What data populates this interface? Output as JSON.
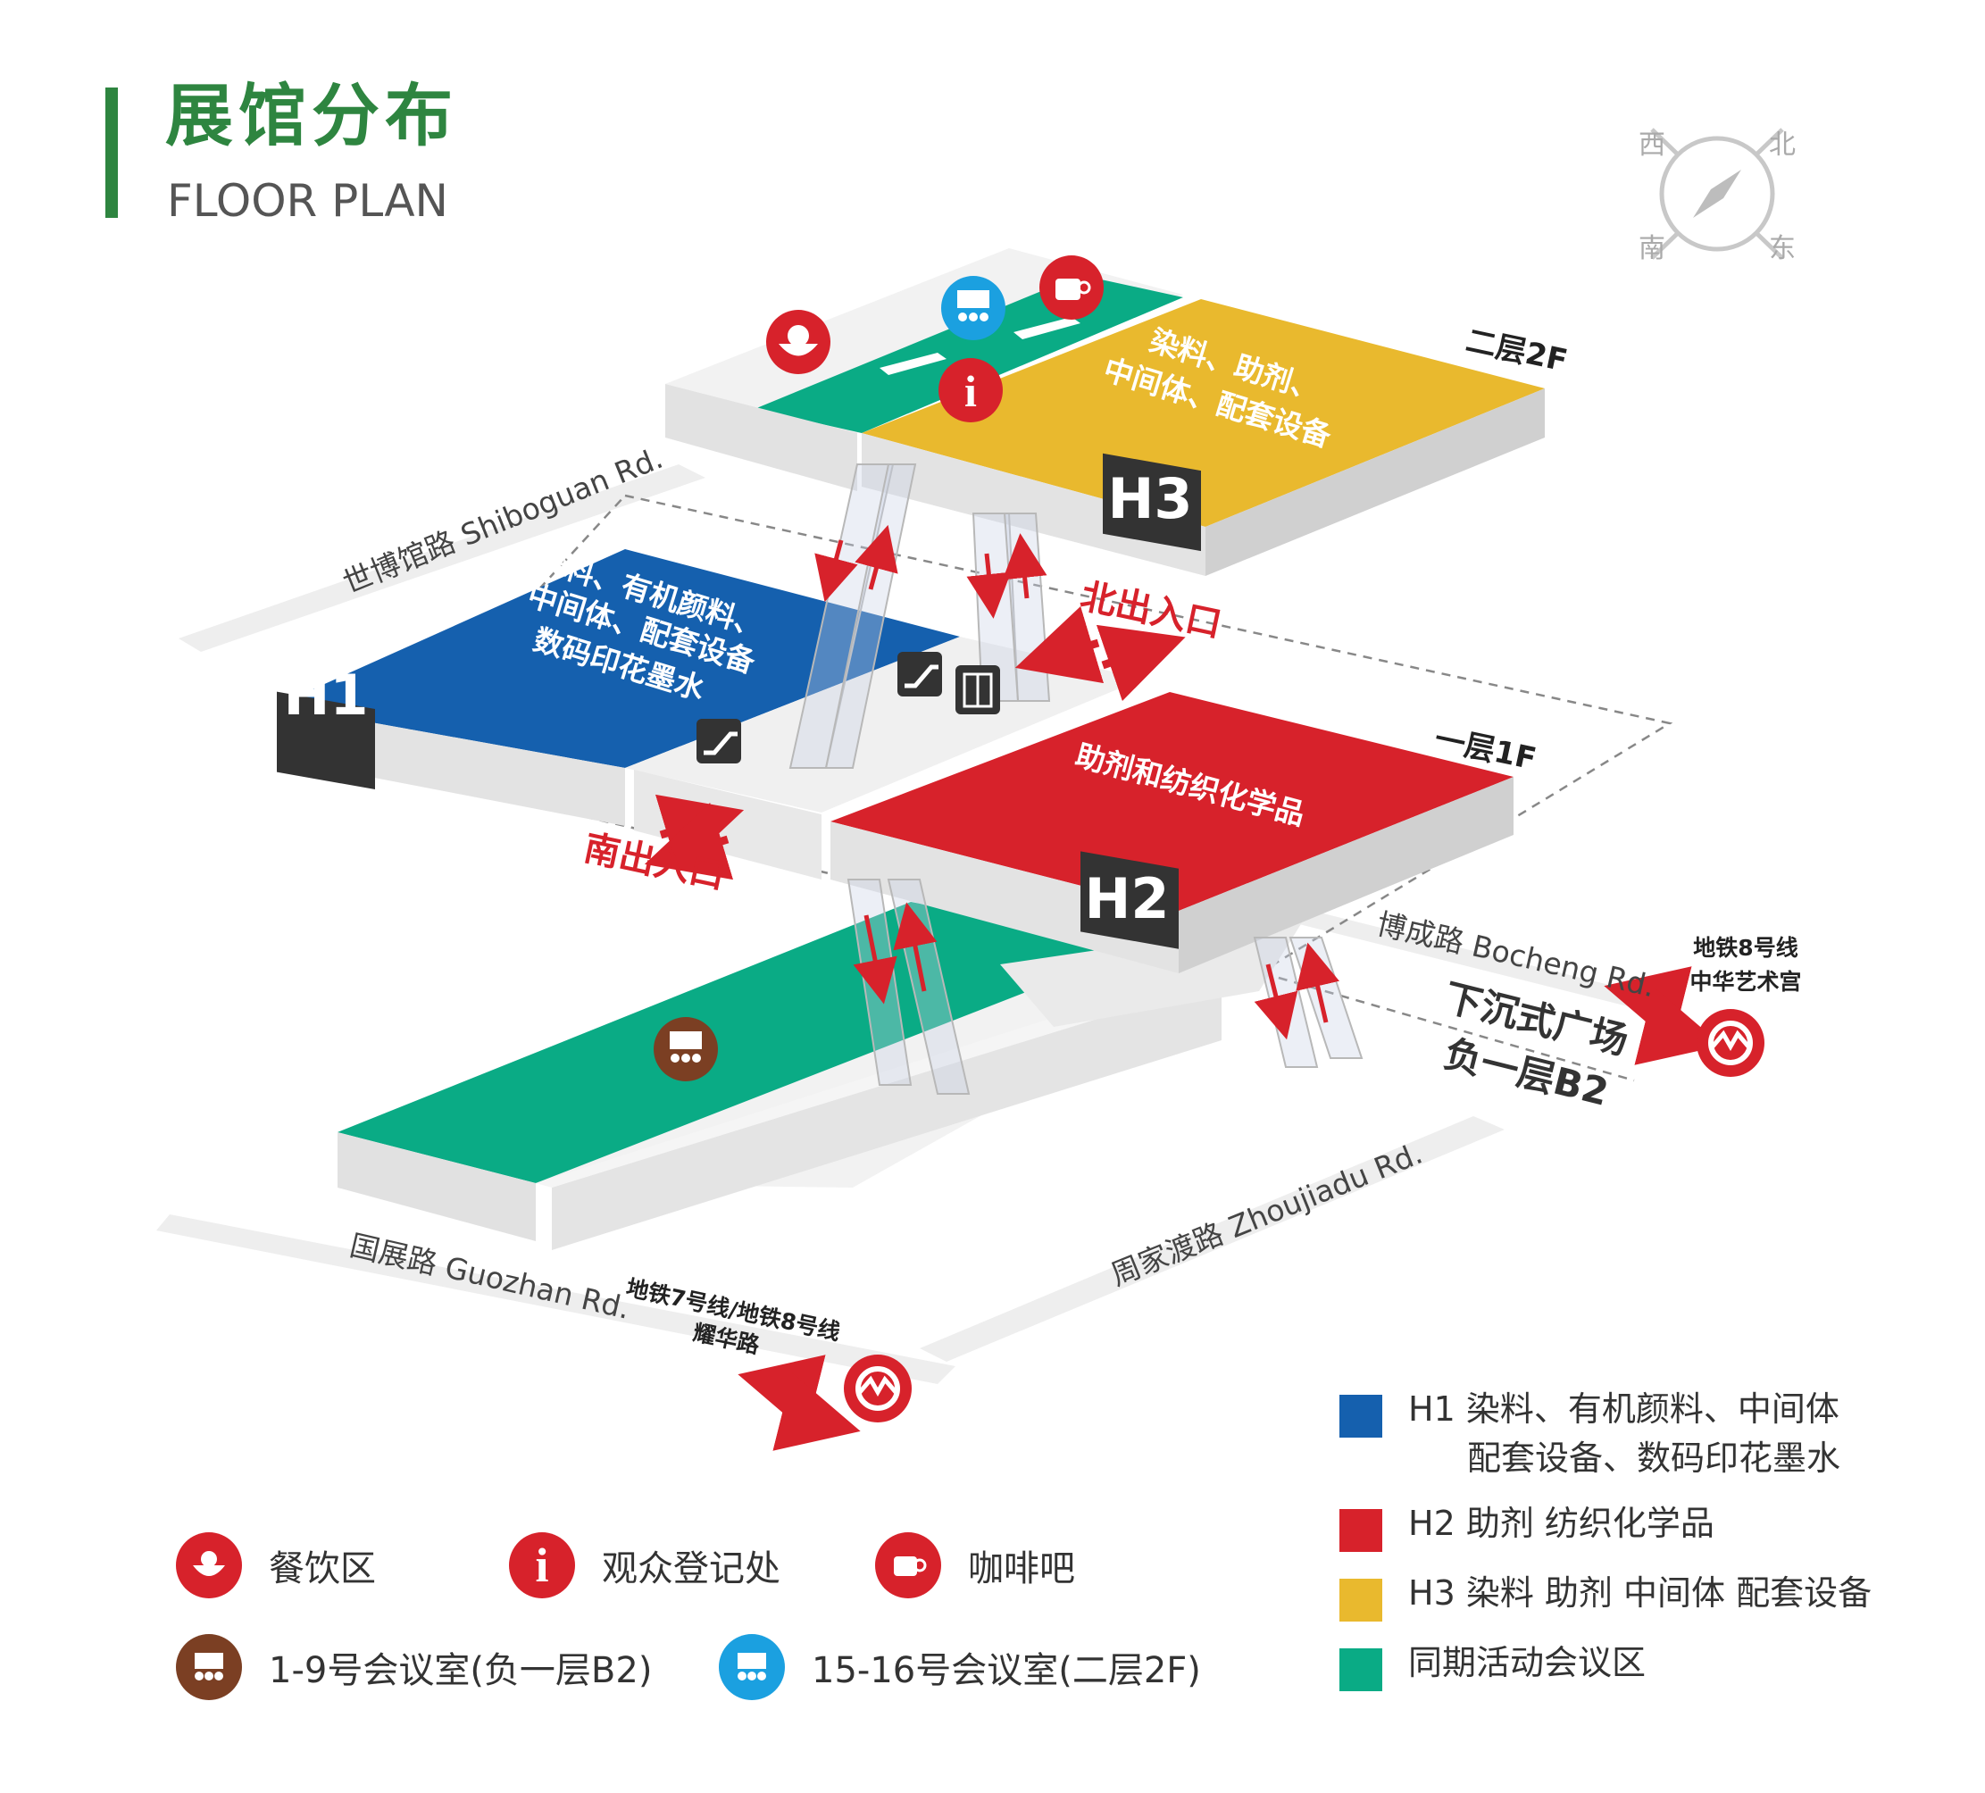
{
  "header": {
    "title_cn": "展馆分布",
    "title_en": "FLOOR PLAN"
  },
  "compass": {
    "west": "西",
    "north": "北",
    "south": "南",
    "east": "东"
  },
  "floors": {
    "f2": "二层2F",
    "f1": "一层1F",
    "b2_cn": "下沉式广场",
    "b2_floor": "负一层B2"
  },
  "halls": {
    "h1": {
      "label": "H1",
      "lines": [
        "染料、有机颜料、",
        "中间体、配套设备",
        "数码印花墨水"
      ]
    },
    "h2": {
      "label": "H2",
      "lines": [
        "助剂和纺织化学品"
      ]
    },
    "h3": {
      "label": "H3",
      "lines": [
        "染料、助剂、",
        "中间体、配套设备"
      ]
    }
  },
  "entrances": {
    "north": "北出入口",
    "south": "南出入口"
  },
  "roads": {
    "shiboguan": "世博馆路 Shiboguan Rd.",
    "bocheng": "博成路 Bocheng Rd.",
    "guozhan": "国展路 Guozhan Rd.",
    "zhoujiadu": "周家渡路 Zhoujiadu Rd."
  },
  "metro": {
    "line8": {
      "l1": "地铁8号线",
      "l2": "中华艺术宫"
    },
    "line78": {
      "l1": "地铁7号线/地铁8号线",
      "l2": "耀华路"
    }
  },
  "icon_legend": [
    {
      "icon": "dining-icon",
      "label": "餐饮区",
      "color": "#d7222b"
    },
    {
      "icon": "info-icon",
      "label": "观众登记处",
      "color": "#d7222b"
    },
    {
      "icon": "coffee-icon",
      "label": "咖啡吧",
      "color": "#d7222b"
    },
    {
      "icon": "meeting-room-icon",
      "label": "1-9号会议室(负一层B2)",
      "color": "#7b3f23"
    },
    {
      "icon": "meeting-room-icon",
      "label": "15-16号会议室(二层2F)",
      "color": "#1ba0e0"
    }
  ],
  "hall_legend": [
    {
      "color": "#1560ae",
      "line1": "H1 染料、有机颜料、中间体",
      "line2": "配套设备、数码印花墨水"
    },
    {
      "color": "#d7222b",
      "line1": "H2 助剂 纺织化学品"
    },
    {
      "color": "#e9b92e",
      "line1": "H3 染料 助剂 中间体 配套设备"
    },
    {
      "color": "#0aab85",
      "line1": "同期活动会议区"
    }
  ],
  "colors": {
    "blue": "#1560ae",
    "red": "#d7222b",
    "yellow": "#e9b92e",
    "green": "#0aab85",
    "brand_green": "#2e8540"
  }
}
